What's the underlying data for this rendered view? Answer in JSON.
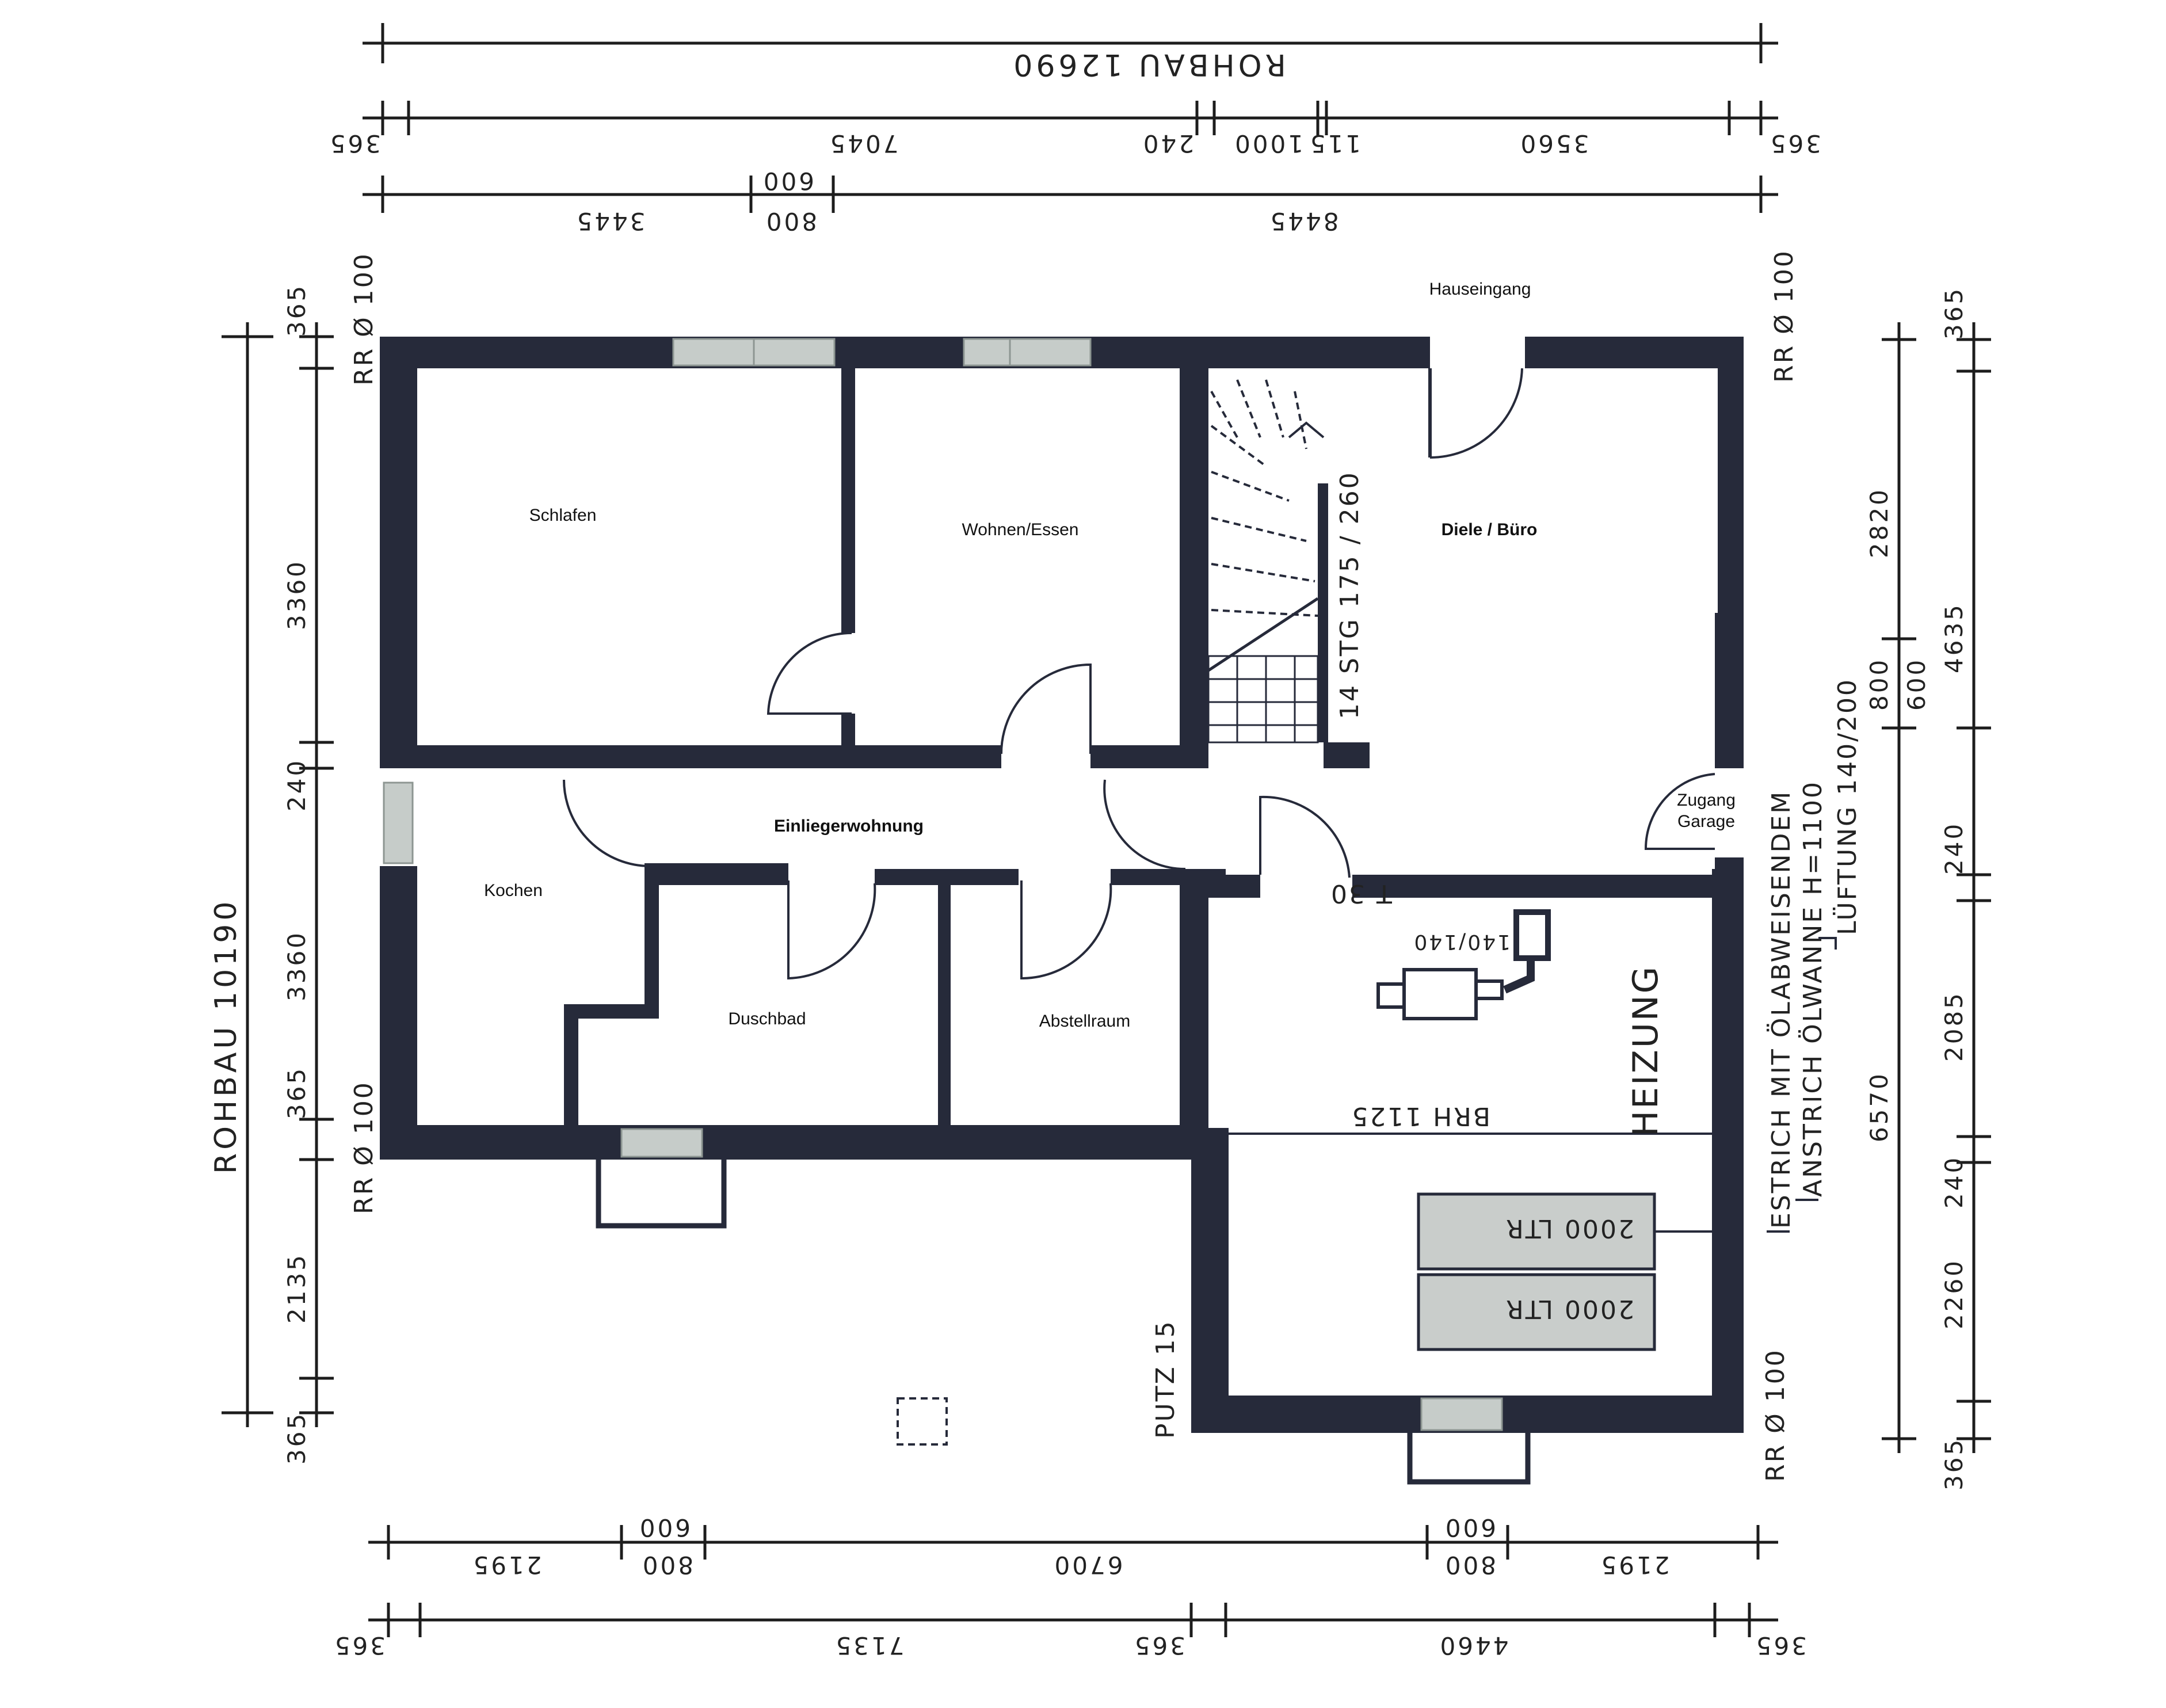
{
  "rooms": {
    "schlafen": "Schlafen",
    "wohnen": "Wohnen/Essen",
    "diele": "Diele / Büro",
    "hauseingang": "Hauseingang",
    "einlieger": "Einliegerwohnung",
    "kochen": "Kochen",
    "duschbad": "Duschbad",
    "abstell": "Abstellraum",
    "zugang1": "Zugang",
    "zugang2": "Garage",
    "heizung": "HEIZUNG"
  },
  "annotations": {
    "stairs": "14 STG 175 / 260",
    "t30": "T 30",
    "vent": "140/140",
    "brh": "BRH 1125",
    "tank1": "2000 LTR",
    "tank2": "2000 LTR",
    "putz": "PUTZ 15",
    "estrich": "ESTRICH MIT ÖLABWEISENDEM",
    "anstrich": "ANSTRICH ÖLWANNE H=1100",
    "lueftung": "LÜFTUNG 140/200",
    "rr_tl": "RR Ø 100",
    "rr_tr": "RR Ø 100",
    "rr_bl": "RR Ø 100",
    "rr_br": "RR Ø 100"
  },
  "dims_top": {
    "total": "ROHBAU 12690",
    "r1": [
      "365",
      "7045",
      "240",
      "1000",
      "115",
      "3560",
      "365"
    ],
    "r2": [
      "3445",
      "800",
      "600",
      "8445"
    ]
  },
  "dims_left": {
    "total": "ROHBAU 10190",
    "parts": [
      "365",
      "3360",
      "240",
      "3360",
      "365",
      "2135",
      "365"
    ]
  },
  "dims_right": {
    "outer": [
      "365",
      "2820",
      "800",
      "600",
      "240",
      "2085",
      "240",
      "2260",
      "365"
    ],
    "total1": "4635",
    "total2": "6570"
  },
  "dims_bottom": {
    "r1": [
      "2195",
      "800",
      "600",
      "6700",
      "800",
      "600",
      "2195"
    ],
    "r2": [
      "365",
      "7135",
      "365",
      "4460",
      "365"
    ]
  }
}
